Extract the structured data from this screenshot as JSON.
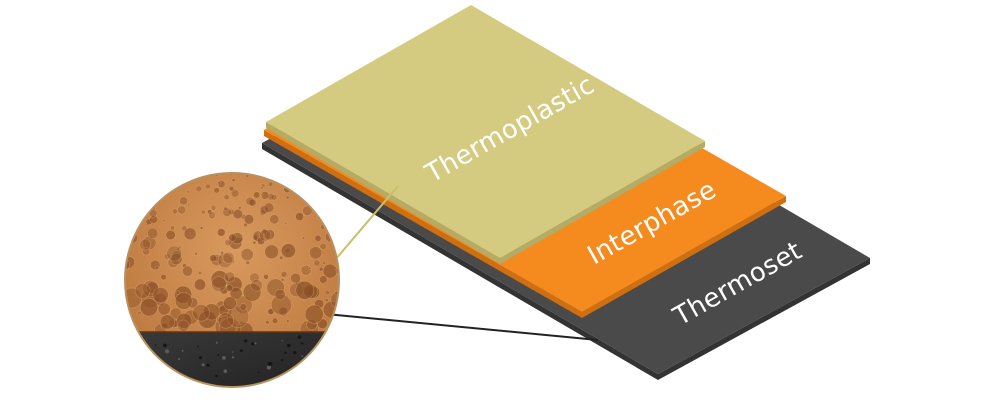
{
  "layers": [
    {
      "id": "thermoplastic",
      "label": "Thermoplastic",
      "color": "#d4cb80",
      "edge_color": "#b3ab66"
    },
    {
      "id": "interphase",
      "label": "Interphase",
      "color": "#f58a1e",
      "edge_color": "#d06f10"
    },
    {
      "id": "thermoset",
      "label": "Thermoset",
      "color": "#4a4a4a",
      "edge_color": "#333333"
    }
  ],
  "magnifier": {
    "foam_color": "#c98549",
    "foam_dark": "#8b5027",
    "base_color": "#2d2d2d",
    "callout_color_top": "#c9bf6c",
    "callout_color_bottom": "#222222"
  }
}
